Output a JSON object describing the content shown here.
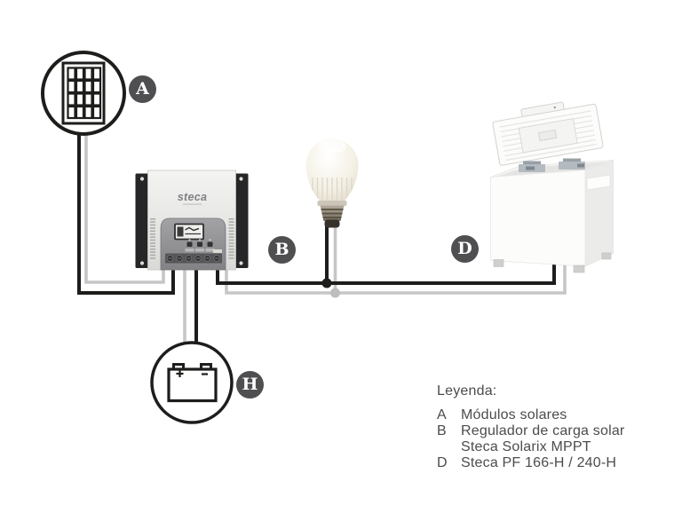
{
  "colors": {
    "background": "#ffffff",
    "wire_black": "#1d1d1b",
    "wire_gray": "#c6c6c6",
    "junction_black": "#1d1d1b",
    "junction_gray": "#bdbdbd",
    "badge_background": "#4f4f52",
    "badge_letter": "#ffffff",
    "legend_text": "#4c4c4e"
  },
  "diagram": {
    "labels": {
      "solar_modules": "A",
      "charge_controller": "B",
      "freezer": "D",
      "battery": "H"
    },
    "controller": {
      "brand": "steca"
    },
    "icons": {
      "solar_modules": "solar-panel-grid-icon",
      "battery": "battery-symbol-icon",
      "charge_controller": "steca-charge-controller-illustration",
      "lamp": "led-bulb-illustration",
      "freezer": "chest-freezer-illustration"
    }
  },
  "legend": {
    "title": "Leyenda:",
    "items": [
      {
        "key": "A",
        "lines": [
          "Módulos solares"
        ]
      },
      {
        "key": "B",
        "lines": [
          "Regulador de carga solar",
          "Steca Solarix MPPT"
        ]
      },
      {
        "key": "D",
        "lines": [
          "Steca PF 166-H / 240-H"
        ]
      }
    ]
  }
}
